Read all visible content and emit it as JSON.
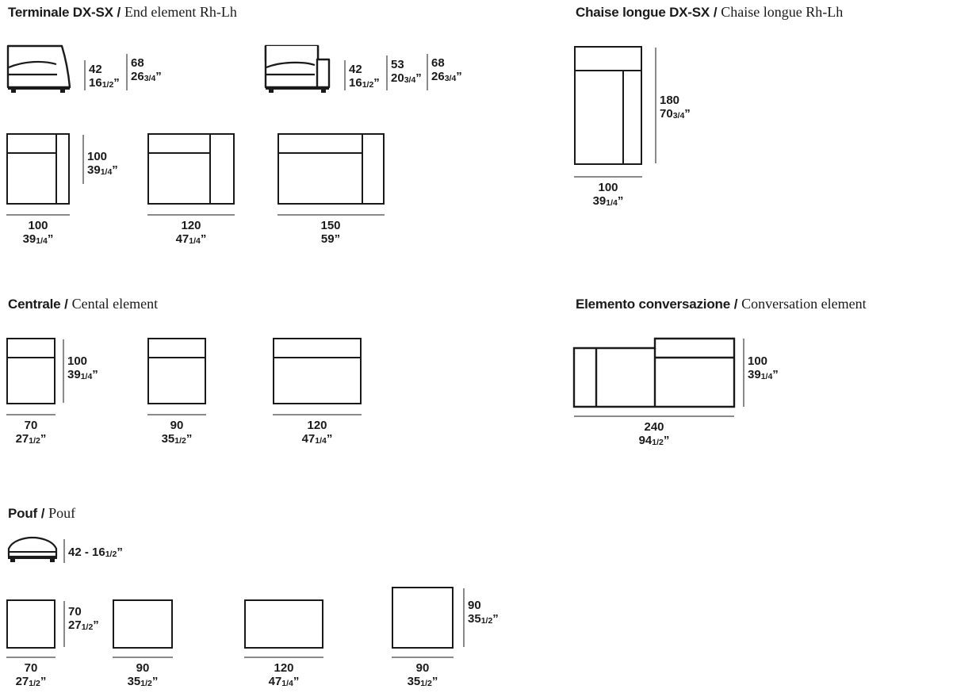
{
  "sections": [
    {
      "id": "end-element",
      "title_it": "Terminale DX-SX",
      "sep": "/",
      "title_en": "End element Rh-Lh"
    },
    {
      "id": "chaise-longue",
      "title_it": "Chaise longue DX-SX",
      "sep": "/",
      "title_en": "Chaise longue Rh-Lh"
    },
    {
      "id": "central-element",
      "title_it": "Centrale",
      "sep": "/",
      "title_en": "Cental element"
    },
    {
      "id": "conversation-element",
      "title_it": "Elemento conversazione",
      "sep": "/",
      "title_en": "Conversation element"
    },
    {
      "id": "pouf",
      "title_it": "Pouf",
      "sep": "/",
      "title_en": "Pouf"
    }
  ],
  "end_element": {
    "profile_a": {
      "h_cm": "42",
      "h_in_whole": "16",
      "h_in_frac": "1/2",
      "h_in_mark": "”",
      "d_cm": "68",
      "d_in_whole": "26",
      "d_in_frac": "3/4",
      "d_in_mark": "”"
    },
    "profile_b": {
      "h_cm": "42",
      "h_in_whole": "16",
      "h_in_frac": "1/2",
      "h_in_mark": "”",
      "arm_cm": "53",
      "arm_in_whole": "20",
      "arm_in_frac": "3/4",
      "arm_in_mark": "”",
      "d_cm": "68",
      "d_in_whole": "26",
      "d_in_frac": "3/4",
      "d_in_mark": "”"
    },
    "depth": {
      "cm": "100",
      "in_whole": "39",
      "in_frac": "1/4",
      "in_mark": "”"
    },
    "plans": [
      {
        "w_cm": "100",
        "in_whole": "39",
        "in_frac": "1/4",
        "in_mark": "”"
      },
      {
        "w_cm": "120",
        "in_whole": "47",
        "in_frac": "1/4",
        "in_mark": "”"
      },
      {
        "w_cm": "150",
        "in_whole": "59",
        "in_frac": "",
        "in_mark": "”"
      }
    ]
  },
  "chaise_longue": {
    "depth": {
      "cm": "180",
      "in_whole": "70",
      "in_frac": "3/4",
      "in_mark": "”"
    },
    "width": {
      "cm": "100",
      "in_whole": "39",
      "in_frac": "1/4",
      "in_mark": "”"
    }
  },
  "central_element": {
    "depth": {
      "cm": "100",
      "in_whole": "39",
      "in_frac": "1/4",
      "in_mark": "”"
    },
    "plans": [
      {
        "w_cm": "70",
        "in_whole": "27",
        "in_frac": "1/2",
        "in_mark": "”"
      },
      {
        "w_cm": "90",
        "in_whole": "35",
        "in_frac": "1/2",
        "in_mark": "”"
      },
      {
        "w_cm": "120",
        "in_whole": "47",
        "in_frac": "1/4",
        "in_mark": "”"
      }
    ]
  },
  "conversation_element": {
    "depth": {
      "cm": "100",
      "in_whole": "39",
      "in_frac": "1/4",
      "in_mark": "”"
    },
    "width": {
      "cm": "240",
      "in_whole": "94",
      "in_frac": "1/2",
      "in_mark": "”"
    }
  },
  "pouf": {
    "profile_height": "42 - 16",
    "profile_height_frac": "1/2",
    "profile_height_mark": "”",
    "depth_a": {
      "cm": "70",
      "in_whole": "27",
      "in_frac": "1/2",
      "in_mark": "”"
    },
    "depth_b": {
      "cm": "90",
      "in_whole": "35",
      "in_frac": "1/2",
      "in_mark": "”"
    },
    "plans": [
      {
        "w_cm": "70",
        "in_whole": "27",
        "in_frac": "1/2",
        "in_mark": "”"
      },
      {
        "w_cm": "90",
        "in_whole": "35",
        "in_frac": "1/2",
        "in_mark": "”"
      },
      {
        "w_cm": "120",
        "in_whole": "47",
        "in_frac": "1/4",
        "in_mark": "”"
      },
      {
        "w_cm": "90",
        "in_whole": "35",
        "in_frac": "1/2",
        "in_mark": "”"
      }
    ]
  },
  "colors": {
    "ink": "#1a1a1a",
    "dimension_rule": "#8a8a8a",
    "paper": "#ffffff"
  }
}
